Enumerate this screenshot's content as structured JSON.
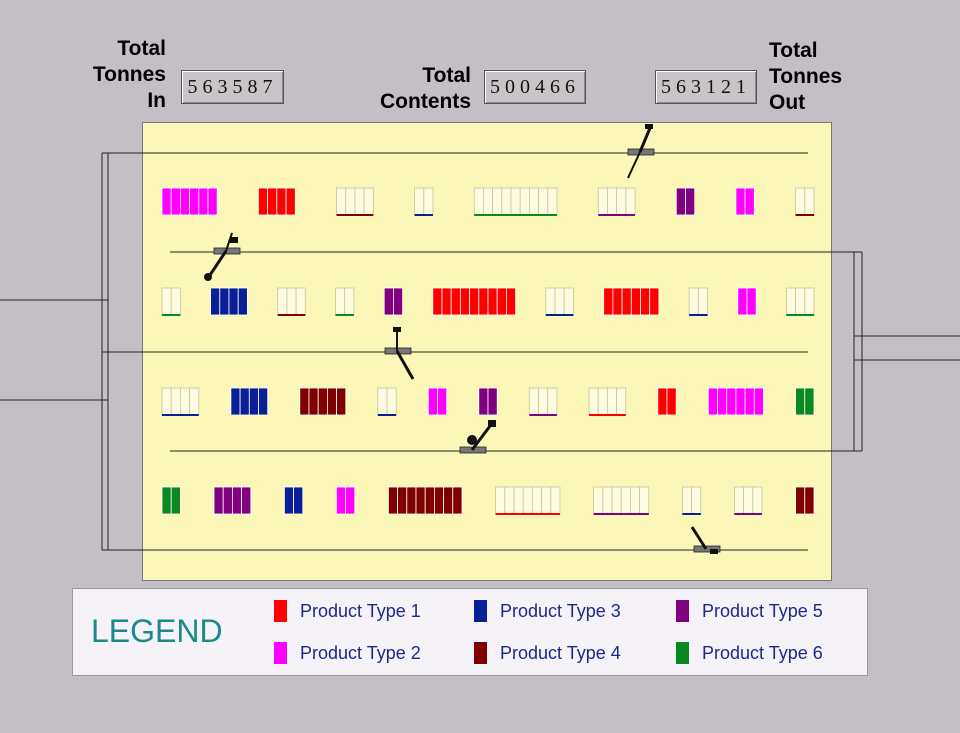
{
  "header": {
    "in_label": [
      "Total",
      "Tonnes",
      "In"
    ],
    "contents_label": [
      "Total",
      "Contents"
    ],
    "out_label": [
      "Total",
      "Tonnes",
      "Out"
    ],
    "in_value": "563587",
    "contents_value": "500466",
    "out_value": "563121"
  },
  "colors": {
    "type1": "#ff0000",
    "type2": "#ff00ff",
    "type3": "#0a1e96",
    "type4": "#800000",
    "type5": "#800080",
    "type6": "#0a8a1e",
    "empty_fill": "#fdfbe0"
  },
  "legend": {
    "title": "LEGEND",
    "items": [
      {
        "label": "Product Type 1",
        "color": "#ff0000"
      },
      {
        "label": "Product Type 2",
        "color": "#ff00ff"
      },
      {
        "label": "Product Type 3",
        "color": "#0a1e96"
      },
      {
        "label": "Product Type 4",
        "color": "#800000"
      },
      {
        "label": "Product Type 5",
        "color": "#800080"
      },
      {
        "label": "Product Type 6",
        "color": "#0a8a1e"
      }
    ]
  },
  "stockpile_rows": [
    [
      {
        "type": 2,
        "n": 6,
        "filled": true
      },
      {
        "type": 1,
        "n": 4,
        "filled": true
      },
      {
        "type": 4,
        "n": 4,
        "filled": false
      },
      {
        "type": 3,
        "n": 2,
        "filled": false
      },
      {
        "type": 6,
        "n": 9,
        "filled": false
      },
      {
        "type": 5,
        "n": 4,
        "filled": false
      },
      {
        "type": 5,
        "n": 2,
        "filled": true
      },
      {
        "type": 2,
        "n": 2,
        "filled": true
      },
      {
        "type": 4,
        "n": 2,
        "filled": false
      }
    ],
    [
      {
        "type": 6,
        "n": 2,
        "filled": false
      },
      {
        "type": 3,
        "n": 4,
        "filled": true
      },
      {
        "type": 4,
        "n": 3,
        "filled": false
      },
      {
        "type": 6,
        "n": 2,
        "filled": false
      },
      {
        "type": 5,
        "n": 2,
        "filled": true
      },
      {
        "type": 1,
        "n": 9,
        "filled": true
      },
      {
        "type": 3,
        "n": 3,
        "filled": false
      },
      {
        "type": 1,
        "n": 6,
        "filled": true
      },
      {
        "type": 3,
        "n": 2,
        "filled": false
      },
      {
        "type": 2,
        "n": 2,
        "filled": true
      },
      {
        "type": 6,
        "n": 3,
        "filled": false
      }
    ],
    [
      {
        "type": 3,
        "n": 4,
        "filled": false
      },
      {
        "type": 3,
        "n": 4,
        "filled": true
      },
      {
        "type": 4,
        "n": 5,
        "filled": true
      },
      {
        "type": 3,
        "n": 2,
        "filled": false
      },
      {
        "type": 2,
        "n": 2,
        "filled": true
      },
      {
        "type": 5,
        "n": 2,
        "filled": true
      },
      {
        "type": 5,
        "n": 3,
        "filled": false
      },
      {
        "type": 1,
        "n": 4,
        "filled": false
      },
      {
        "type": 1,
        "n": 2,
        "filled": true
      },
      {
        "type": 2,
        "n": 6,
        "filled": true
      },
      {
        "type": 6,
        "n": 2,
        "filled": true
      }
    ],
    [
      {
        "type": 6,
        "n": 2,
        "filled": true
      },
      {
        "type": 5,
        "n": 4,
        "filled": true
      },
      {
        "type": 3,
        "n": 2,
        "filled": true
      },
      {
        "type": 2,
        "n": 2,
        "filled": true
      },
      {
        "type": 4,
        "n": 8,
        "filled": true
      },
      {
        "type": 1,
        "n": 7,
        "filled": false
      },
      {
        "type": 5,
        "n": 6,
        "filled": false
      },
      {
        "type": 3,
        "n": 2,
        "filled": false
      },
      {
        "type": 5,
        "n": 3,
        "filled": false
      },
      {
        "type": 4,
        "n": 2,
        "filled": true
      }
    ]
  ]
}
